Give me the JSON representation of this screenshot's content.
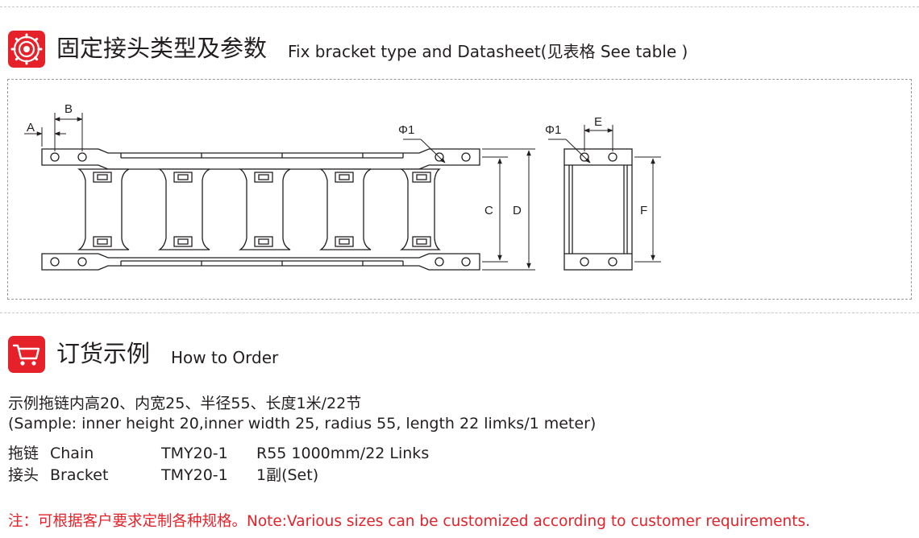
{
  "section1": {
    "icon": "gear-icon",
    "title_cn": "固定接头类型及参数",
    "title_en": "Fix bracket type and Datasheet(见表格  See table )",
    "accent": "#e5222a"
  },
  "drawing": {
    "labels": {
      "a": "A",
      "b": "B",
      "c": "C",
      "d": "D",
      "e": "E",
      "f": "F",
      "phi1_left": "Φ1",
      "phi1_right": "Φ1"
    }
  },
  "section2": {
    "icon": "cart-icon",
    "title_cn": "订货示例",
    "title_en": "How to Order"
  },
  "order": {
    "sample_cn": "示例拖链内高20、内宽25、半径55、长度1米/22节",
    "sample_en": "(Sample: inner height 20,inner width 25, radius 55, length 22 limks/1 meter)",
    "rows": [
      {
        "name_cn": "拖链",
        "name_en": "Chain",
        "model": "TMY20-1",
        "spec": "R55  1000mm/22 Links"
      },
      {
        "name_cn": "接头",
        "name_en": "Bracket",
        "model": "TMY20-1",
        "spec": "1副(Set)"
      }
    ]
  },
  "note": "注：可根据客户要求定制各种规格。Note:Various sizes can be customized according to customer requirements."
}
